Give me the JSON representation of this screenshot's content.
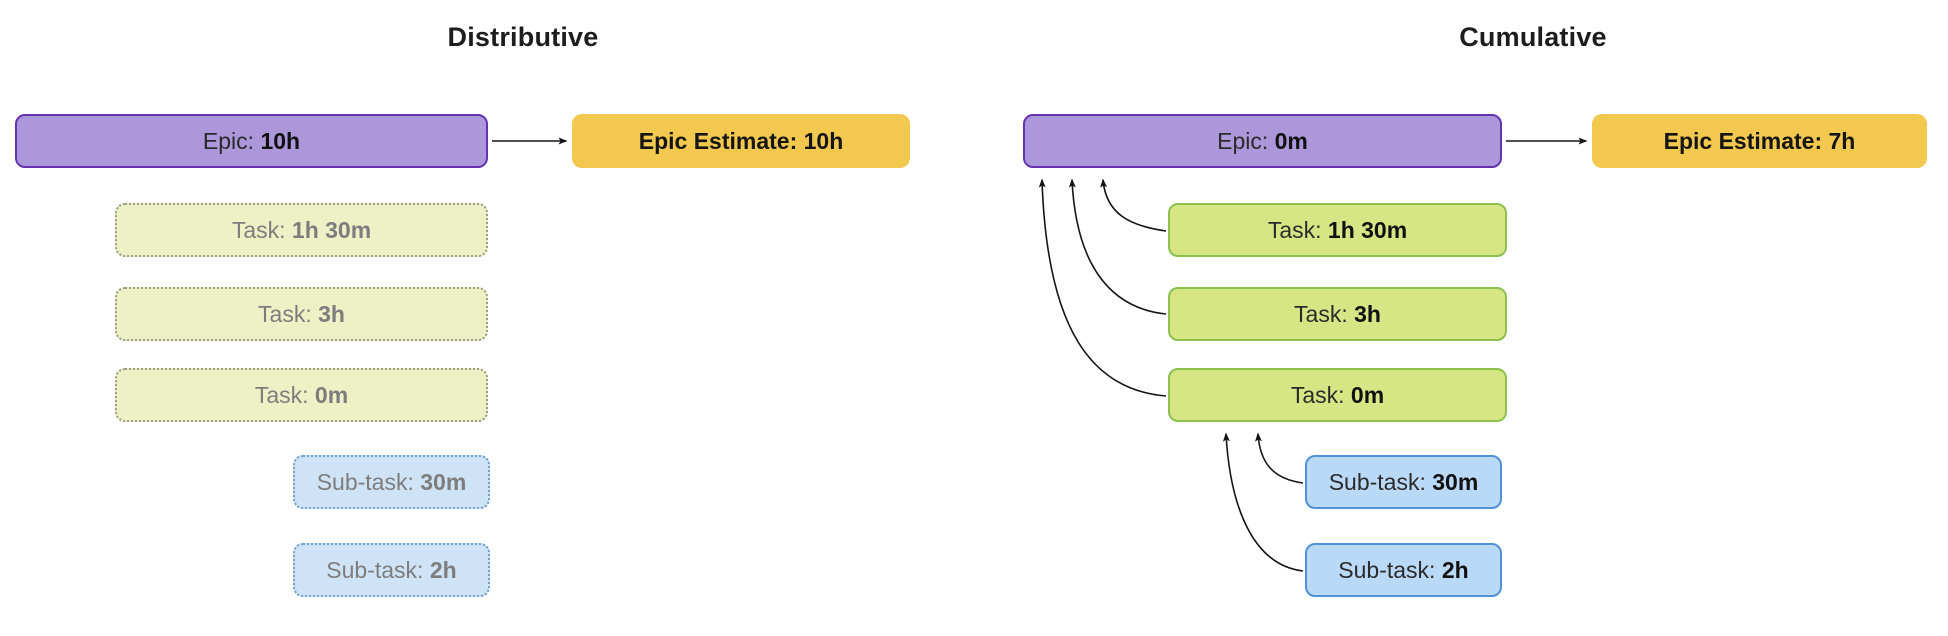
{
  "colors": {
    "purple_fill": "#ab97d9",
    "purple_border": "#6434ae",
    "orange_fill": "#f2c84e",
    "green_fill": "#d7e685",
    "green_border": "#8cc14e",
    "blue_fill": "#bad9f7",
    "blue_border": "#5191d6",
    "pale_green_fill": "#eef1c5",
    "pale_green_border": "#999d86",
    "pale_blue_fill": "#cfe3f7",
    "pale_blue_border": "#6f9fcb",
    "arrow": "#151515"
  },
  "diagrams": {
    "distributive": {
      "title": "Distributive",
      "epic": {
        "prefix": "Epic: ",
        "value": "10h"
      },
      "estimate": {
        "prefix": "Epic Estimate: ",
        "value": "10h"
      },
      "tasks": [
        {
          "prefix": "Task: ",
          "value": "1h 30m"
        },
        {
          "prefix": "Task: ",
          "value": "3h"
        },
        {
          "prefix": "Task: ",
          "value": "0m"
        }
      ],
      "subtasks": [
        {
          "prefix": "Sub-task: ",
          "value": "30m"
        },
        {
          "prefix": "Sub-task: ",
          "value": "2h"
        }
      ]
    },
    "cumulative": {
      "title": "Cumulative",
      "epic": {
        "prefix": "Epic: ",
        "value": "0m"
      },
      "estimate": {
        "prefix": "Epic Estimate: ",
        "value": "7h"
      },
      "tasks": [
        {
          "prefix": "Task: ",
          "value": "1h 30m"
        },
        {
          "prefix": "Task: ",
          "value": "3h"
        },
        {
          "prefix": "Task: ",
          "value": "0m"
        }
      ],
      "subtasks": [
        {
          "prefix": "Sub-task: ",
          "value": "30m"
        },
        {
          "prefix": "Sub-task: ",
          "value": "2h"
        }
      ]
    }
  }
}
